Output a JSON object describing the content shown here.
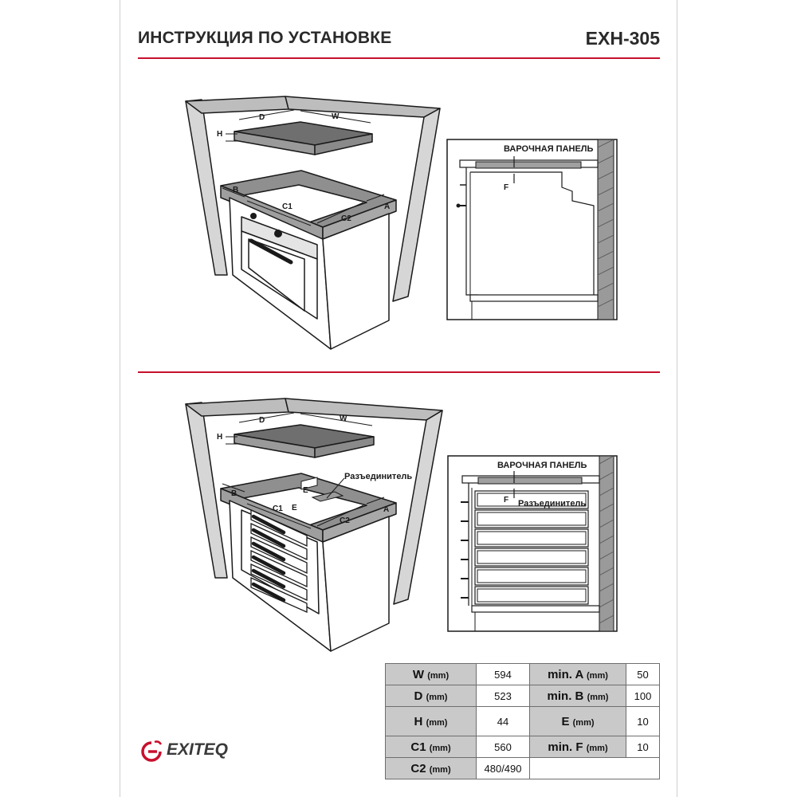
{
  "header": {
    "title": "ИНСТРУКЦИЯ ПО УСТАНОВКЕ",
    "model": "EXH-305"
  },
  "diagram1": {
    "labels": {
      "d": "D",
      "w": "W",
      "h": "H",
      "b": "B",
      "a": "A",
      "c1": "C1",
      "c2": "C2"
    },
    "side": {
      "panel": "ВАРОЧНАЯ ПАНЕЛЬ",
      "f": "F"
    }
  },
  "diagram2": {
    "labels": {
      "d": "D",
      "w": "W",
      "h": "H",
      "b": "B",
      "a": "A",
      "c1": "C1",
      "c2": "C2",
      "e": "E",
      "e2": "E",
      "switch": "Разъединитель"
    },
    "side": {
      "panel": "ВАРОЧНАЯ ПАНЕЛЬ",
      "f": "F",
      "switch": "Разъединитель"
    }
  },
  "specs": {
    "rows": [
      {
        "k1": "W",
        "v1": "594",
        "k2": "min. A",
        "v2": "50"
      },
      {
        "k1": "D",
        "v1": "523",
        "k2": "min. B",
        "v2": "100"
      },
      {
        "k1": "H",
        "v1": "44",
        "k2": "E",
        "v2": "10"
      },
      {
        "k1": "C1",
        "v1": "560",
        "k2": "min. F",
        "v2": "10"
      },
      {
        "k1": "C2",
        "v1": "480/490"
      }
    ],
    "unit": "(mm)"
  },
  "logo": {
    "text": "EXITEQ"
  }
}
